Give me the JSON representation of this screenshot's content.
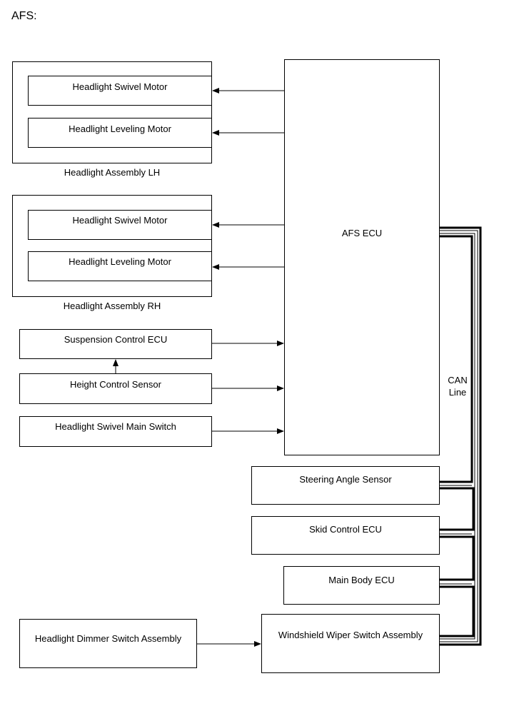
{
  "title": "AFS:",
  "lh_assembly": {
    "label": "Headlight Assembly LH",
    "swivel": "Headlight Swivel Motor",
    "leveling": "Headlight Leveling Motor"
  },
  "rh_assembly": {
    "label": "Headlight Assembly RH",
    "swivel": "Headlight Swivel Motor",
    "leveling": "Headlight Leveling Motor"
  },
  "suspension_ecu": "Suspension Control ECU",
  "height_sensor": "Height Control Sensor",
  "swivel_main_switch": "Headlight Swivel Main Switch",
  "afs_ecu": "AFS ECU",
  "can_line": {
    "line1": "CAN",
    "line2": "Line"
  },
  "steering_sensor": "Steering Angle Sensor",
  "skid_ecu": "Skid Control ECU",
  "main_body_ecu": "Main Body ECU",
  "dimmer_switch": "Headlight Dimmer Switch Assembly",
  "wiper_switch": "Windshield Wiper Switch Assembly"
}
